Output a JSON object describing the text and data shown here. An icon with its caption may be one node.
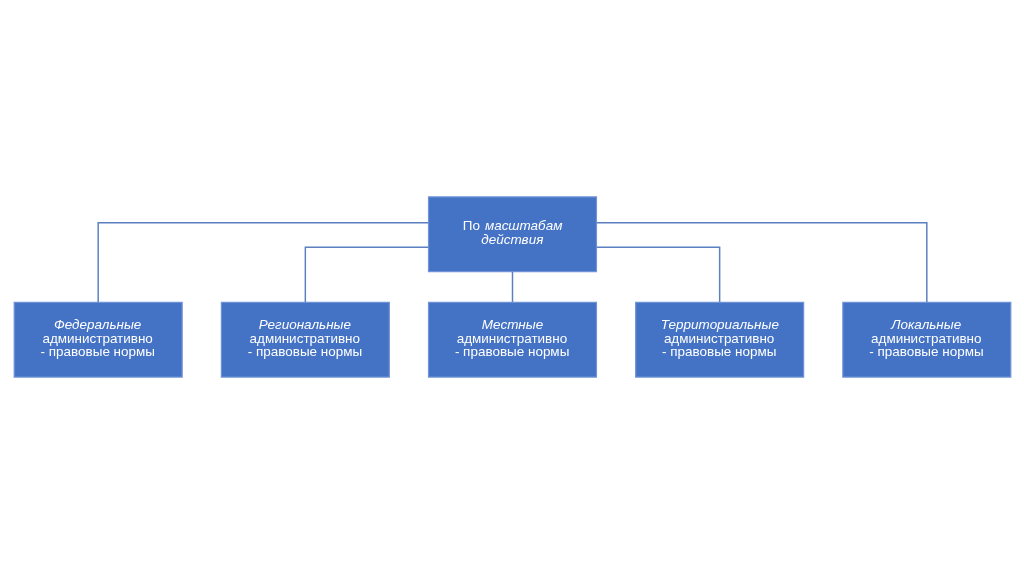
{
  "diagram": {
    "nodes": [
      {
        "text": [
          "По *масштабам действия*"
        ]
      },
      {
        "text": [
          "*Федеральные* административно - правовые нормы"
        ]
      },
      {
        "text": [
          "*Региональные* административно - правовые нормы"
        ]
      },
      {
        "text": [
          "*Местные* административно - правовые нормы"
        ]
      },
      {
        "text": [
          "*Территориальные* административно - правовые нормы"
        ]
      },
      {
        "text": [
          "*Локальные* административно - правовые нормы"
        ]
      }
    ],
    "edges": [
      {
        "from": 0,
        "to": 1,
        "arrow": "none"
      },
      {
        "from": 0,
        "to": 2,
        "arrow": "none"
      },
      {
        "from": 0,
        "to": 3,
        "arrow": "none"
      },
      {
        "from": 0,
        "to": 4,
        "arrow": "none"
      },
      {
        "from": 0,
        "to": 5,
        "arrow": "none"
      }
    ]
  }
}
